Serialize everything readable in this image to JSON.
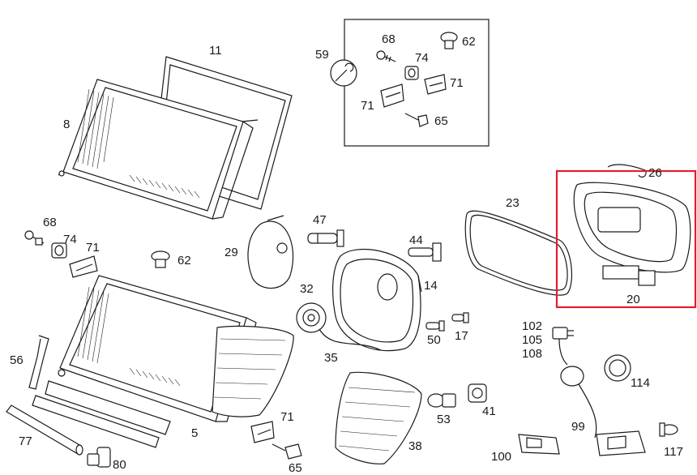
{
  "labels": {
    "n5": "5",
    "n8": "8",
    "n11": "11",
    "n14": "14",
    "n17": "17",
    "n20": "20",
    "n23": "23",
    "n26": "26",
    "n29": "29",
    "n32": "32",
    "n35": "35",
    "n38": "38",
    "n41": "41",
    "n44": "44",
    "n47": "47",
    "n50": "50",
    "n53": "53",
    "n56": "56",
    "n59": "59",
    "n62a": "62",
    "n62b": "62",
    "n65a": "65",
    "n65b": "65",
    "n68a": "68",
    "n68b": "68",
    "n71a": "71",
    "n71b": "71",
    "n71c": "71",
    "n74a": "74",
    "n74b": "74",
    "n77": "77",
    "n80": "80",
    "n99": "99",
    "n100": "100",
    "n102": "102",
    "n105": "105",
    "n108": "108",
    "n114": "114",
    "n117": "117"
  },
  "highlight": {
    "color": "#e0202a",
    "part": "20"
  },
  "colors": {
    "line": "#1a1a1a",
    "background": "#ffffff"
  }
}
